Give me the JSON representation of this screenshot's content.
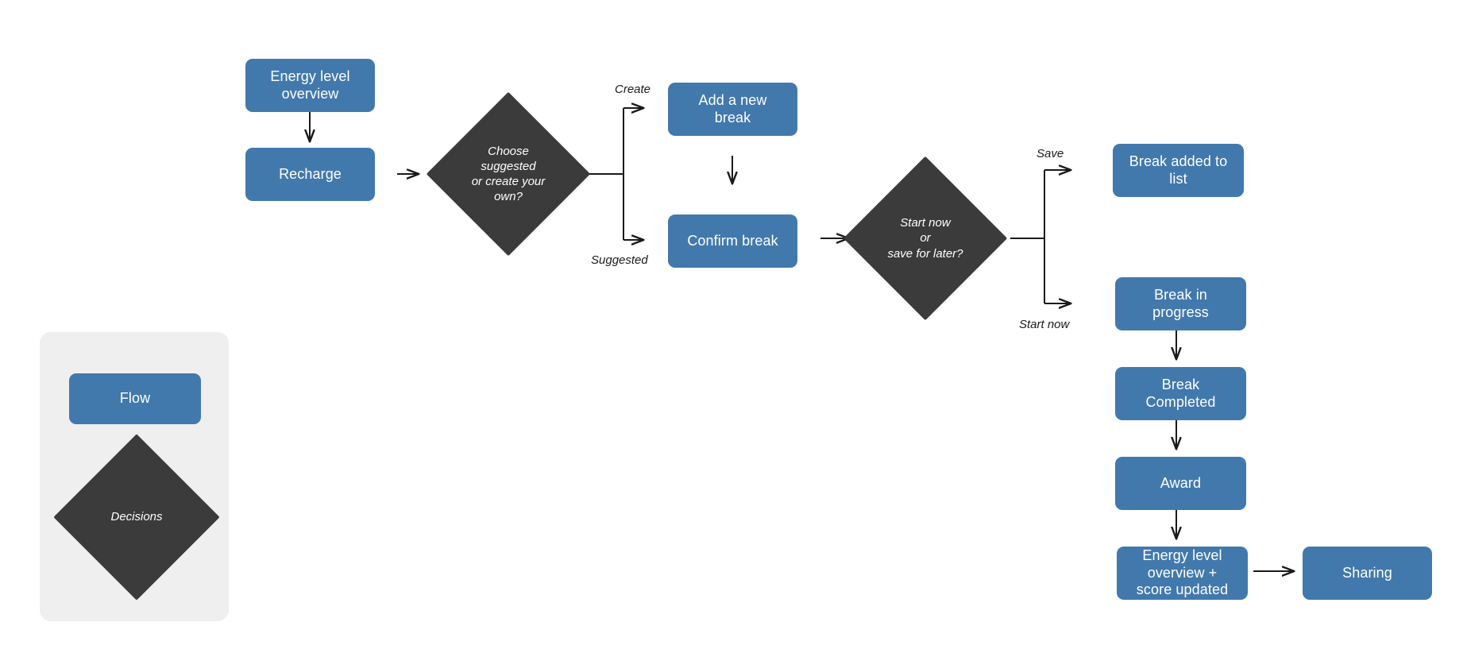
{
  "diagram": {
    "type": "flowchart",
    "background": "#ffffff",
    "colors": {
      "process_fill": "#4279ad",
      "process_text": "#ffffff",
      "decision_fill": "#3b3b3b",
      "decision_text": "#ffffff",
      "legend_panel": "#efefef",
      "connector": "#1a1a1a"
    },
    "legend": {
      "items": [
        {
          "shape": "rounded-rectangle",
          "label": "Flow"
        },
        {
          "shape": "diamond",
          "label": "Decisions"
        }
      ]
    },
    "nodes": [
      {
        "id": "energy-level-overview",
        "shape": "process",
        "label": "Energy level\noverview"
      },
      {
        "id": "recharge",
        "shape": "process",
        "label": "Recharge"
      },
      {
        "id": "choose-suggested-or-create",
        "shape": "decision",
        "label": "Choose\nsuggested\nor create your\nown?"
      },
      {
        "id": "add-a-new-break",
        "shape": "process",
        "label": "Add a new\nbreak"
      },
      {
        "id": "confirm-break",
        "shape": "process",
        "label": "Confirm break"
      },
      {
        "id": "start-now-or-save",
        "shape": "decision",
        "label": "Start now\nor\nsave for later?"
      },
      {
        "id": "break-added-to-list",
        "shape": "process",
        "label": "Break added to list"
      },
      {
        "id": "break-in-progress",
        "shape": "process",
        "label": "Break in\nprogress"
      },
      {
        "id": "break-completed",
        "shape": "process",
        "label": "Break\nCompleted"
      },
      {
        "id": "award",
        "shape": "process",
        "label": "Award"
      },
      {
        "id": "energy-level-overview-score-updated",
        "shape": "process",
        "label": "Energy level\noverview +\nscore updated"
      },
      {
        "id": "sharing",
        "shape": "process",
        "label": "Sharing"
      }
    ],
    "edges": [
      {
        "from": "energy-level-overview",
        "to": "recharge",
        "label": ""
      },
      {
        "from": "recharge",
        "to": "choose-suggested-or-create",
        "label": ""
      },
      {
        "from": "choose-suggested-or-create",
        "to": "add-a-new-break",
        "label": "Create"
      },
      {
        "from": "choose-suggested-or-create",
        "to": "confirm-break",
        "label": "Suggested"
      },
      {
        "from": "add-a-new-break",
        "to": "confirm-break",
        "label": ""
      },
      {
        "from": "confirm-break",
        "to": "start-now-or-save",
        "label": ""
      },
      {
        "from": "start-now-or-save",
        "to": "break-added-to-list",
        "label": "Save"
      },
      {
        "from": "start-now-or-save",
        "to": "break-in-progress",
        "label": "Start now"
      },
      {
        "from": "break-in-progress",
        "to": "break-completed",
        "label": ""
      },
      {
        "from": "break-completed",
        "to": "award",
        "label": ""
      },
      {
        "from": "award",
        "to": "energy-level-overview-score-updated",
        "label": ""
      },
      {
        "from": "energy-level-overview-score-updated",
        "to": "sharing",
        "label": ""
      }
    ],
    "edge_labels": {
      "create": "Create",
      "suggested": "Suggested",
      "save": "Save",
      "start_now": "Start now"
    }
  }
}
